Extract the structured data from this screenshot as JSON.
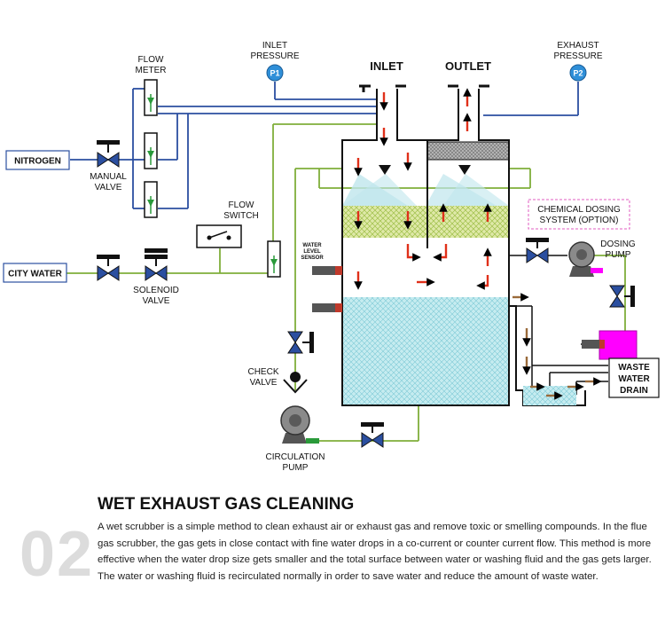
{
  "diagram": {
    "labels": {
      "flow_meter": [
        "FLOW",
        "METER"
      ],
      "inlet_pressure": [
        "INLET",
        "PRESSURE"
      ],
      "exhaust_pressure": [
        "EXHAUST",
        "PRESSURE"
      ],
      "inlet": "INLET",
      "outlet": "OUTLET",
      "p1": "P1",
      "p2": "P2",
      "nitrogen": "NITROGEN",
      "manual_valve": [
        "MANUAL",
        "VALVE"
      ],
      "flow_switch": [
        "FLOW",
        "SWITCH"
      ],
      "city_water": "CITY WATER",
      "solenoid_valve": [
        "SOLENOID",
        "VALVE"
      ],
      "water_level_sensor": [
        "WATER",
        "LEVEL",
        "SENSOR"
      ],
      "check_valve": [
        "CHECK",
        "VALVE"
      ],
      "circulation_pump": [
        "CIRCULATION",
        "PUMP"
      ],
      "chemical_dosing": [
        "CHEMICAL DOSING",
        "SYSTEM (OPTION)"
      ],
      "dosing_pump": [
        "DOSING",
        "PUMP"
      ],
      "waste_water_drain": [
        "WASTE",
        "WATER",
        "DRAIN"
      ]
    },
    "colors": {
      "pipe_blue": "#2b4fa0",
      "pipe_green": "#7fae3a",
      "pipe_black": "#111111",
      "water": "#bfe6ec",
      "packing": "#d8e6a8",
      "arrow_red": "#e0301a",
      "arrow_brown": "#9a6a3a",
      "gauge": "#2f8fd8",
      "dosing_tank": "#ff00ff"
    }
  },
  "caption": {
    "number": "02",
    "title": "WET EXHAUST GAS CLEANING",
    "text": "A wet scrubber is a simple method to clean exhaust air or exhaust gas and remove toxic or smelling compounds. In the flue gas scrubber, the gas gets in close contact with fine water drops in a co-current or counter current flow.  This method is more effective when the water drop size gets smaller and the total surface between water or washing fluid and the gas gets larger. The water or washing fluid is recirculated normally in order to save water and reduce the amount of waste water."
  }
}
